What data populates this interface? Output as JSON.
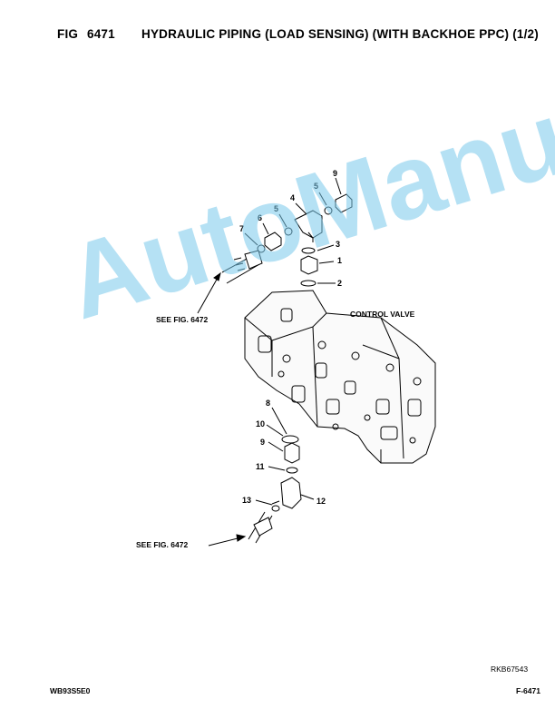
{
  "header": {
    "fig_label": "FIG",
    "fig_number": "6471",
    "title": "HYDRAULIC PIPING (LOAD SENSING) (WITH BACKHOE PPC) (1/2)"
  },
  "diagram": {
    "component_label": "CONTROL VALVE",
    "see_fig_top": "SEE FIG. 6472",
    "see_fig_bottom": "SEE FIG. 6472",
    "callouts": [
      "1",
      "2",
      "3",
      "4",
      "5",
      "5",
      "6",
      "7",
      "8",
      "9",
      "9",
      "10",
      "11",
      "12",
      "13"
    ]
  },
  "watermark": "AutoManual",
  "drawing_ref": "RKB67543",
  "footer": {
    "left": "WB93S5E0",
    "right": "F-6471"
  },
  "colors": {
    "watermark": "#78c8eb",
    "ink": "#000000"
  }
}
